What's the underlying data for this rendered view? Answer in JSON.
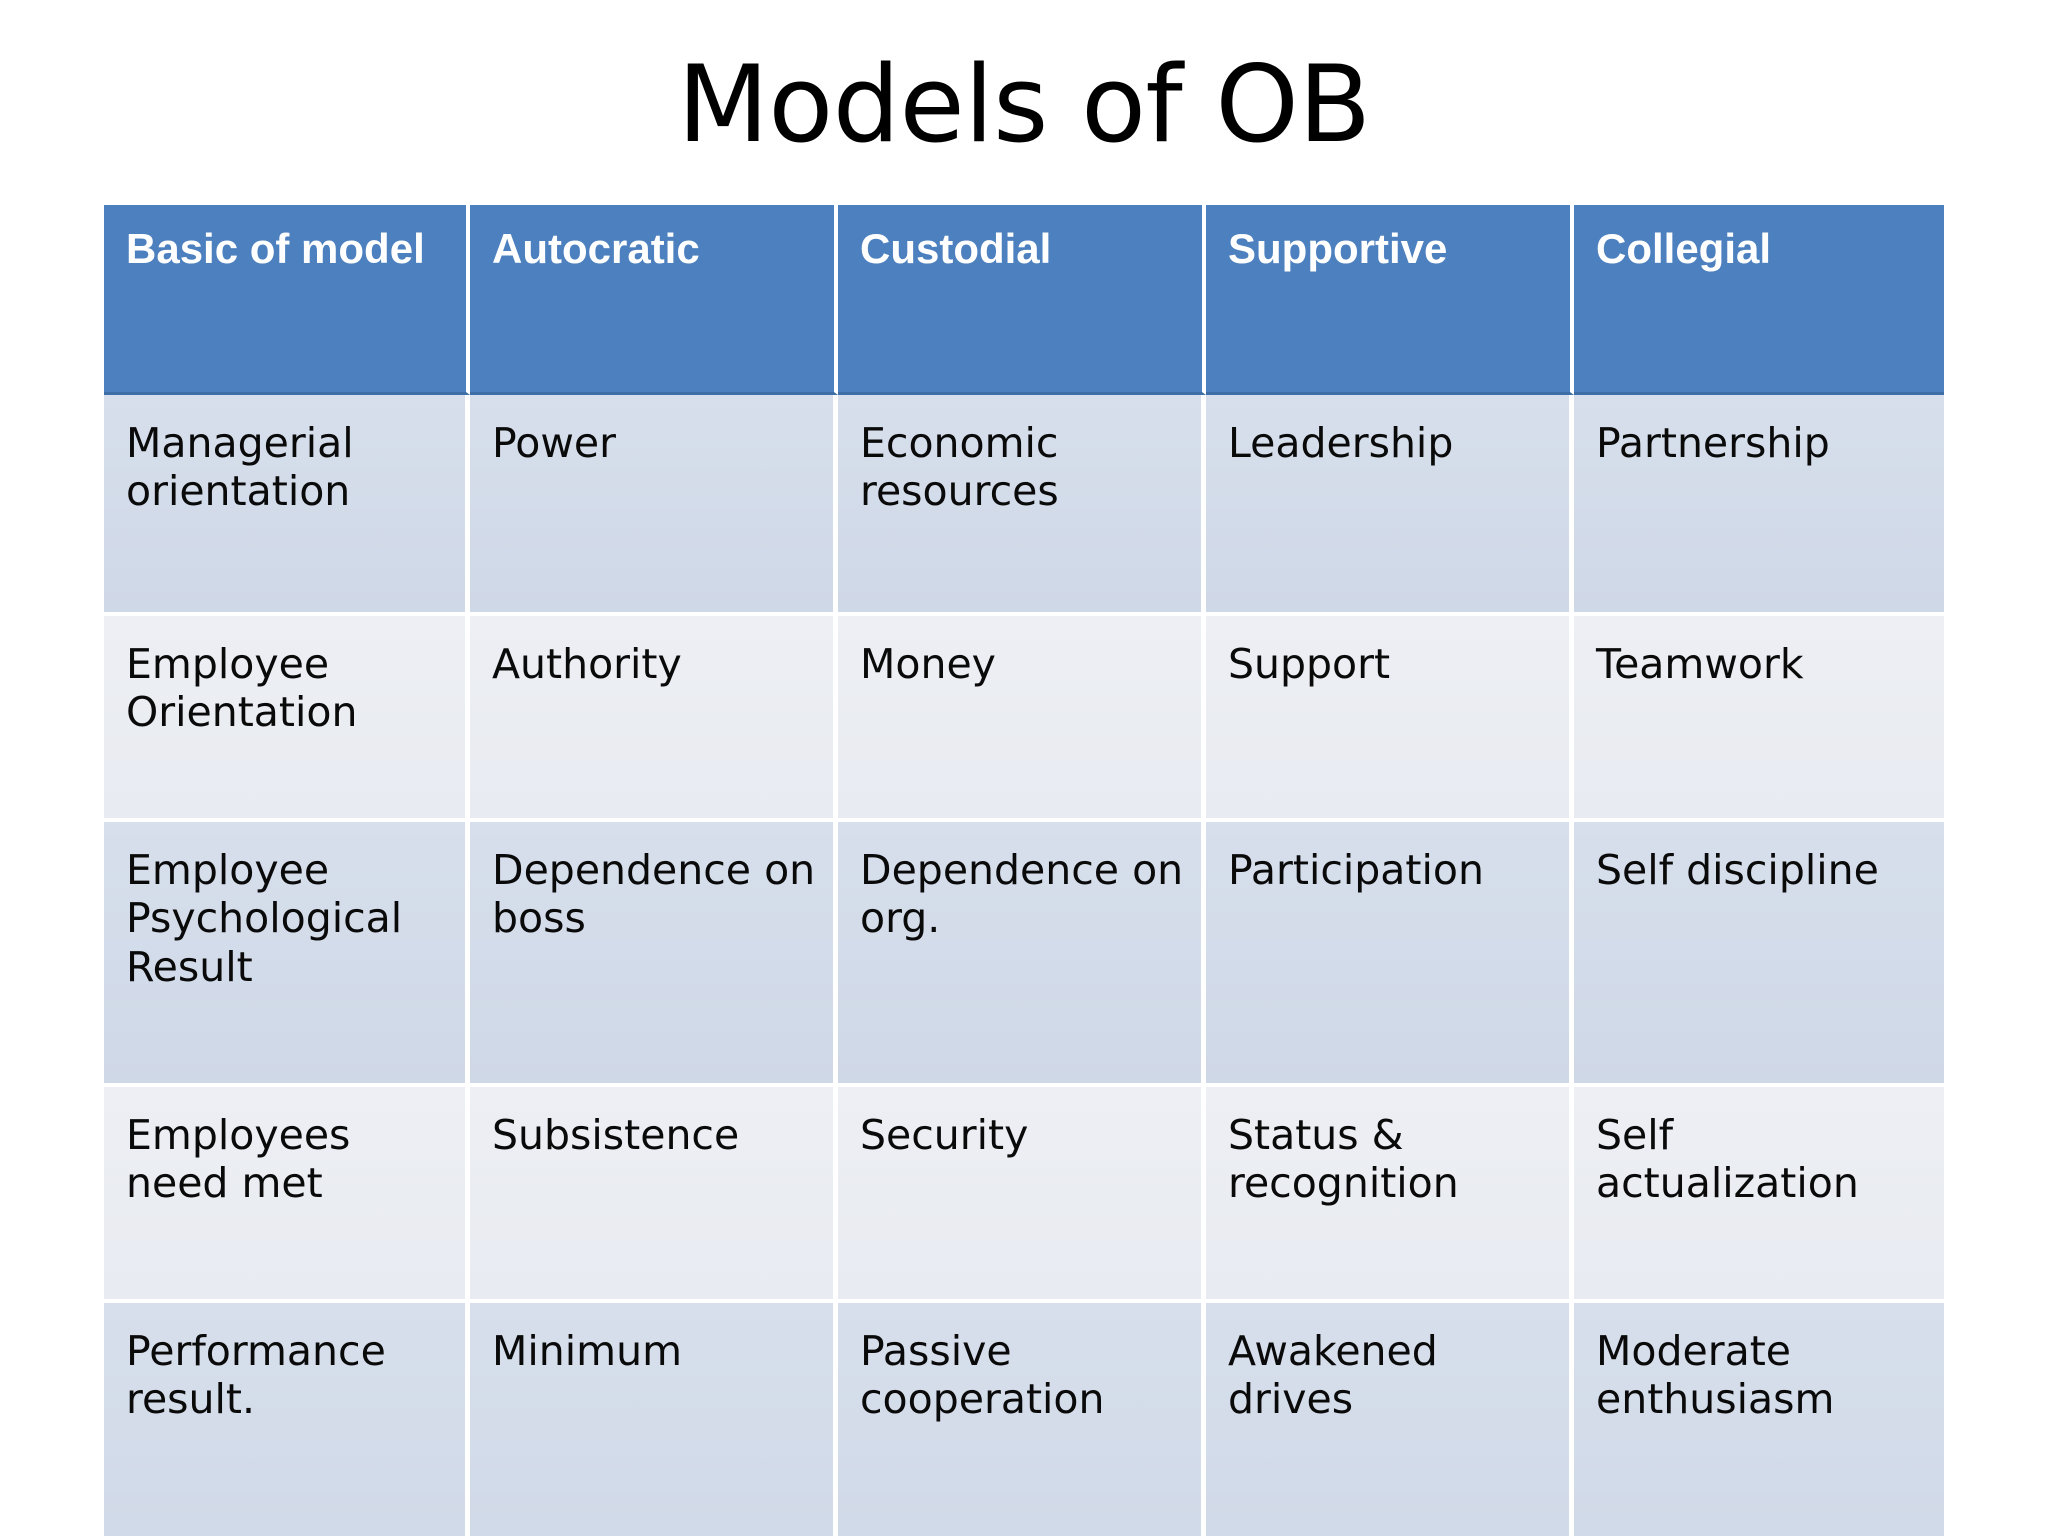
{
  "slide": {
    "title": "Models of OB",
    "background_color": "#ffffff"
  },
  "colors": {
    "header_blue": "#4d80bf",
    "header_text": "#ffffff",
    "row_band_dark": "#d3dbe8",
    "row_band_light": "#eaedf2",
    "body_text": "#0a0a0a",
    "grid_line": "#ffffff"
  },
  "table": {
    "name": "models-of-ob-comparison-table",
    "headers": [
      "Basic of model",
      "Autocratic",
      "Custodial",
      "Supportive",
      "Collegial"
    ],
    "rows": [
      {
        "band": "dark",
        "cells": [
          "Managerial orientation",
          "Power",
          "Economic resources",
          "Leadership",
          "Partnership"
        ]
      },
      {
        "band": "light",
        "cells": [
          "Employee Orientation",
          "Authority",
          "Money",
          "Support",
          "Teamwork"
        ]
      },
      {
        "band": "dark",
        "cells": [
          "Employee Psychological Result",
          "Dependence on boss",
          "Dependence on org.",
          "Participation",
          "Self discipline"
        ]
      },
      {
        "band": "light",
        "cells": [
          "Employees need met",
          "Subsistence",
          "Security",
          "Status & recognition",
          "Self actualization"
        ]
      },
      {
        "band": "dark",
        "cells": [
          "Performance result.",
          "Minimum",
          "Passive cooperation",
          "Awakened drives",
          "Moderate enthusiasm"
        ]
      }
    ]
  }
}
